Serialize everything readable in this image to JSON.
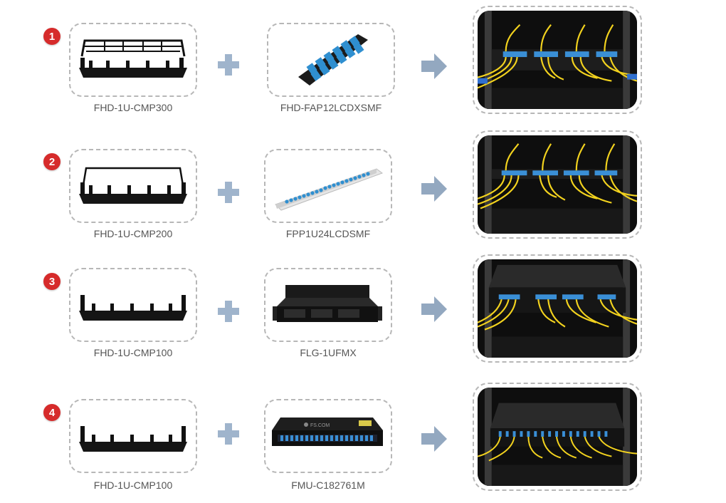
{
  "rows": [
    {
      "step": "1",
      "panel_label": "FHD-1U-CMP300",
      "product_label": "FHD-FAP12LCDXSMF"
    },
    {
      "step": "2",
      "panel_label": "FHD-1U-CMP200",
      "product_label": "FPP1U24LCDSMF"
    },
    {
      "step": "3",
      "panel_label": "FHD-1U-CMP100",
      "product_label": "FLG-1UFMX"
    },
    {
      "step": "4",
      "panel_label": "FHD-1U-CMP100",
      "product_label": "FMU-C182761M"
    }
  ],
  "brand_text": "FS.COM",
  "colors": {
    "badge": "#d62b2b",
    "plus": "#9fb4cc",
    "arrow": "#93a8c0",
    "fiber": "#f2d21e",
    "connector": "#3a8fd6",
    "card_border": "#b7b7b7"
  },
  "icons": [
    "plus-icon",
    "arrow-right-icon"
  ]
}
